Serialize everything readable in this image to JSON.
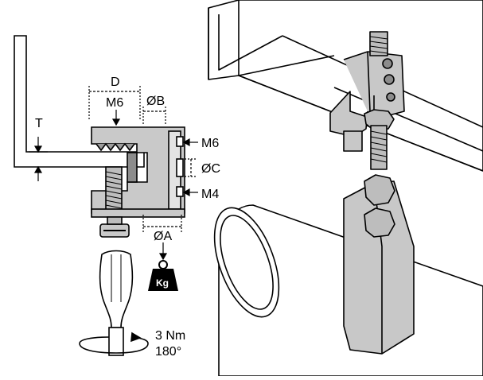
{
  "dimensions": {
    "d": "D",
    "thread_top": "M6",
    "diameter_b": "ØB",
    "thickness": "T",
    "thread_side": "M6",
    "diameter_c": "ØC",
    "thread_bottom": "M4",
    "diameter_a": "ØA"
  },
  "load": {
    "weight_label": "Kg"
  },
  "installation": {
    "torque": "3 Nm",
    "rotation": "180°"
  },
  "colors": {
    "stroke": "#000000",
    "metal_light": "#d9d9d9",
    "metal_mid": "#bfbfbf",
    "metal_dark": "#8c8c8c"
  }
}
